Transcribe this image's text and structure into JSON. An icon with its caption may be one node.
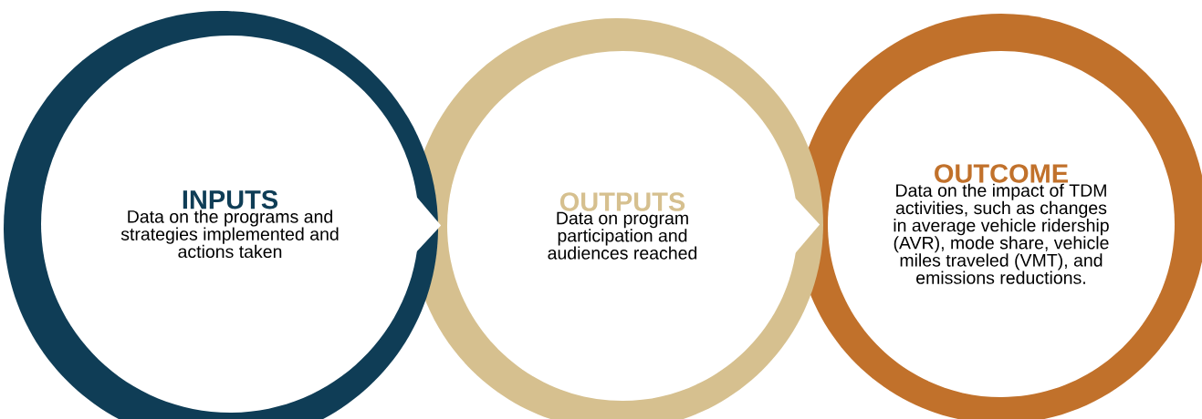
{
  "diagram": {
    "nodes": [
      {
        "text": [
          "INPUTS",
          "Data on the programs and strategies implemented and actions taken"
        ]
      },
      {
        "text": [
          "OUTPUTS",
          "Data on program participation and audiences reached"
        ]
      },
      {
        "text": [
          "OUTCOME",
          "Data on the impact of TDM activities, such as changes in average vehicle ridership (AVR), mode share, vehicle miles traveled (VMT), and emissions reductions."
        ]
      }
    ],
    "edges": [
      {
        "from": 0,
        "to": 1,
        "arrow": "to"
      },
      {
        "from": 1,
        "to": 2,
        "arrow": "to"
      }
    ]
  }
}
